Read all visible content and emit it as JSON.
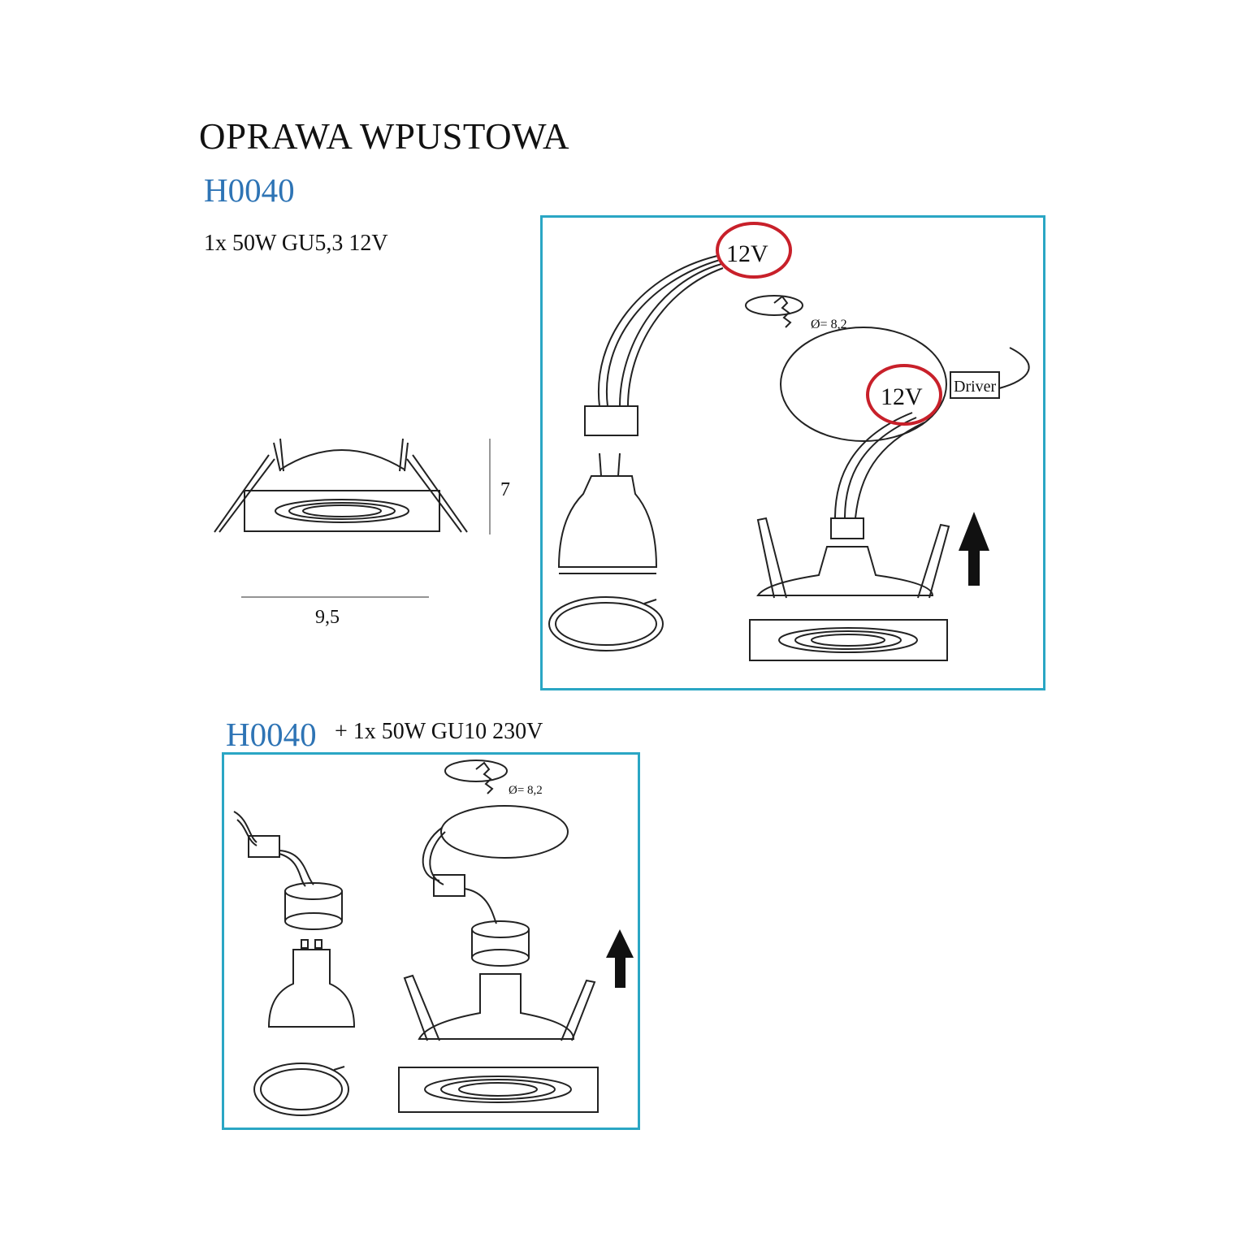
{
  "header": {
    "title": "OPRAWA WPUSTOWA",
    "code": "H0040",
    "spec": "1x 50W   GU5,3   12V"
  },
  "dimensions": {
    "height": "7",
    "width": "9,5"
  },
  "panel_12v": {
    "label_top": "12V",
    "label_driver_side": "12V",
    "driver": "Driver",
    "cutout": "Ø= 8,2"
  },
  "section_230v": {
    "code": "H0040",
    "spec": "+ 1x 50W   GU10   230V",
    "cutout": "Ø= 8,2"
  },
  "colors": {
    "code_blue": "#2e74b5",
    "panel_border": "#2aa6c4",
    "highlight_red": "#c8202a"
  }
}
